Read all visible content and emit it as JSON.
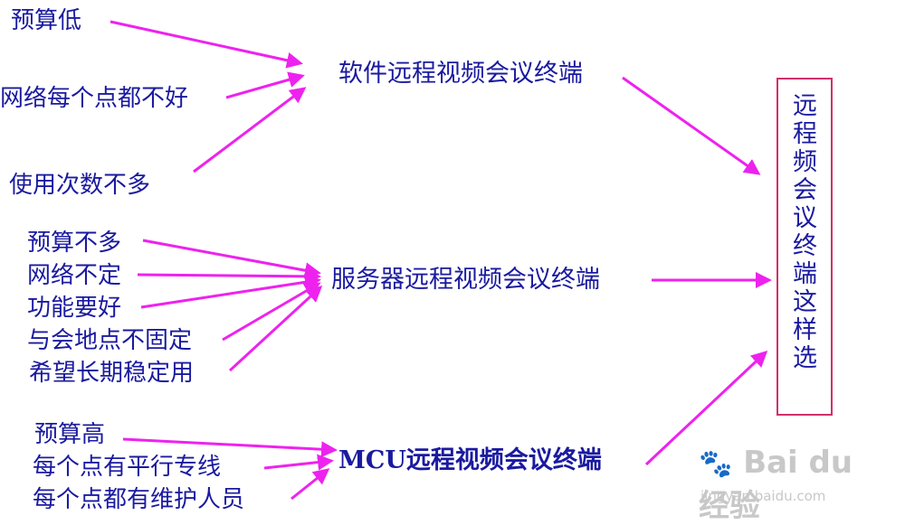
{
  "colors": {
    "arrow": "#ee22ee",
    "text": "#1a1aa0",
    "box_border": "#d0306a",
    "watermark": "#c8c8c8"
  },
  "groups": [
    {
      "conditions": [
        "预算低",
        "网络每个点都不好",
        "使用次数不多"
      ],
      "terminal": "软件远程视频会议终端"
    },
    {
      "conditions": [
        "预算不多",
        "网络不定",
        "功能要好",
        "与会地点不固定",
        "希望长期稳定用"
      ],
      "terminal": "服务器远程视频会议终端"
    },
    {
      "conditions": [
        "预算高",
        "每个点有平行专线",
        "每个点都有维护人员"
      ],
      "terminal": "MCU远程视频会议终端"
    }
  ],
  "result": "远程频会议终端这样选",
  "watermark": {
    "logo_text": "Bai du 经验",
    "url": "jingyan.baidu.com",
    "paw_icon": "paw-icon"
  }
}
